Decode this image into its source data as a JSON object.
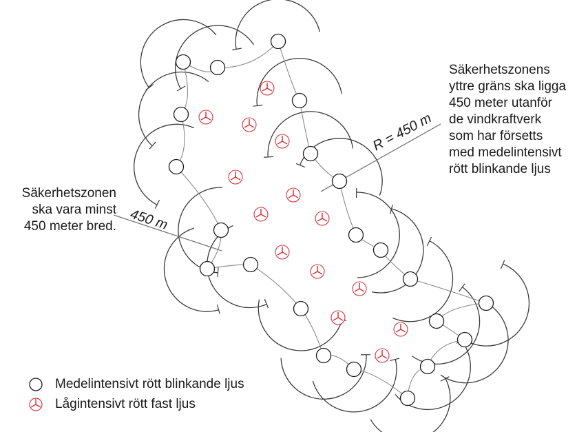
{
  "notes": {
    "outer_boundary": [
      "Säkerhetszonens",
      "yttre gräns ska ligga",
      "450 meter utanför",
      "de vindkraftverk",
      "som har försetts",
      "med medelintensivt",
      "rött blinkande ljus"
    ],
    "zone_width": [
      "Säkerhetszonen",
      "ska vara minst",
      "450 meter bred."
    ]
  },
  "dimensions": {
    "radius_label": "R = 450 m",
    "width_label": "450 m"
  },
  "legend": [
    {
      "symbol": "circle-icon",
      "label": "Medelintensivt rött blinkande ljus"
    },
    {
      "symbol": "red-tri-blade-icon",
      "label": "Lågintensivt rött fast ljus"
    }
  ],
  "colors": {
    "line": "#1a1a1a",
    "boundary": "#3a3a3a",
    "inner_path": "#8a8a8a",
    "low_intensity": "#d9333a"
  }
}
